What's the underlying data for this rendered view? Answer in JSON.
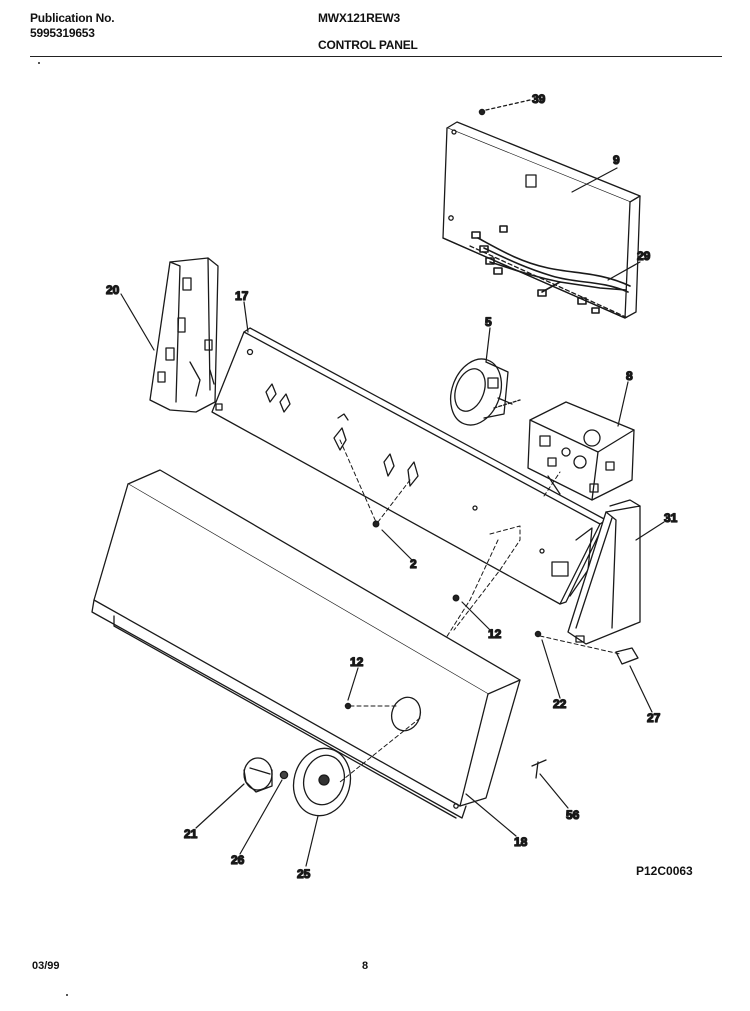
{
  "header": {
    "publication_label": "Publication No.",
    "publication_number": "5995319653",
    "model": "MWX121REW3",
    "section_title": "CONTROL PANEL"
  },
  "footer": {
    "date": "03/99",
    "page": "8"
  },
  "figure_code": "P12C0063",
  "callouts": {
    "c39": "39",
    "c9": "9",
    "c29": "29",
    "c20": "20",
    "c17": "17",
    "c5": "5",
    "c8": "8",
    "c31": "31",
    "c2": "2",
    "c12a": "12",
    "c12b": "12",
    "c22": "22",
    "c27": "27",
    "c56": "56",
    "c18": "18",
    "c21": "21",
    "c26": "26",
    "c25": "25"
  }
}
